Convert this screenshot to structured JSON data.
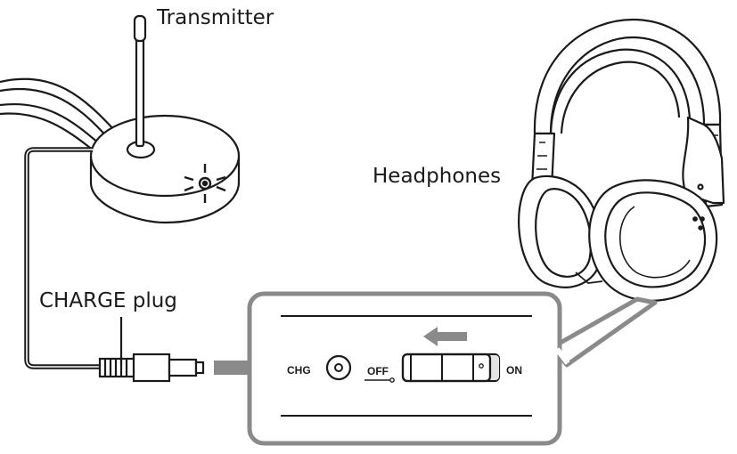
{
  "labels": {
    "transmitter": "Transmitter",
    "headphones": "Headphones",
    "charge_plug": "CHARGE plug"
  },
  "switch_panel": {
    "chg_label": "CHG",
    "off_label": "OFF",
    "on_label": "ON"
  },
  "colors": {
    "line": "#1a1a1a",
    "arrow": "#8a8a8a",
    "callout_border": "#8a8a8a",
    "background": "#ffffff"
  },
  "icons": {
    "indicator": "light-burst-icon",
    "arrow_to_jack": "right-arrow-icon",
    "slide_direction": "left-arrow-icon"
  }
}
